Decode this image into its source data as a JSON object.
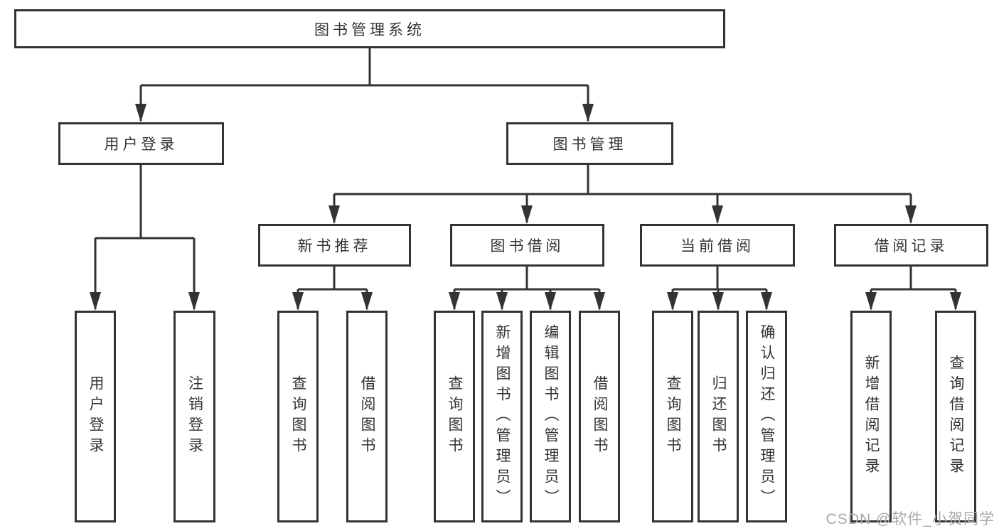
{
  "diagram": {
    "root": {
      "label": "图书管理系统"
    },
    "level2": [
      {
        "label": "用户登录"
      },
      {
        "label": "图书管理"
      }
    ],
    "level3": [
      {
        "label": "新书推荐"
      },
      {
        "label": "图书借阅"
      },
      {
        "label": "当前借阅"
      },
      {
        "label": "借阅记录"
      }
    ],
    "leaves": {
      "user_login": [
        "用户登录",
        "注销登录"
      ],
      "new_book": [
        "查询图书",
        "借阅图书"
      ],
      "book_borrow": [
        "查询图书",
        "新增图书（管理员）",
        "编辑图书（管理员）",
        "借阅图书"
      ],
      "current_borrow": [
        "查询图书",
        "归还图书",
        "确认归还（管理员）"
      ],
      "borrow_record": [
        "新增借阅记录",
        "查询借阅记录"
      ]
    }
  },
  "watermark": "CSDN @软件_小贺同学",
  "colors": {
    "line": "#333333",
    "text": "#333333",
    "watermark": "#a9a9a9",
    "background": "#ffffff"
  }
}
